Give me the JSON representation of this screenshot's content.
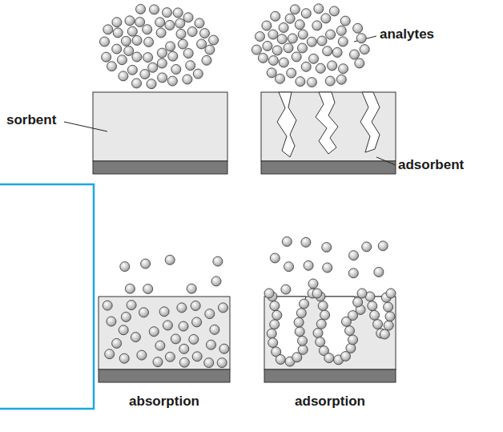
{
  "diagram": {
    "labels": [
      "analytes",
      "sorbent",
      "adsorbent",
      "absorption",
      "adsorption"
    ]
  }
}
